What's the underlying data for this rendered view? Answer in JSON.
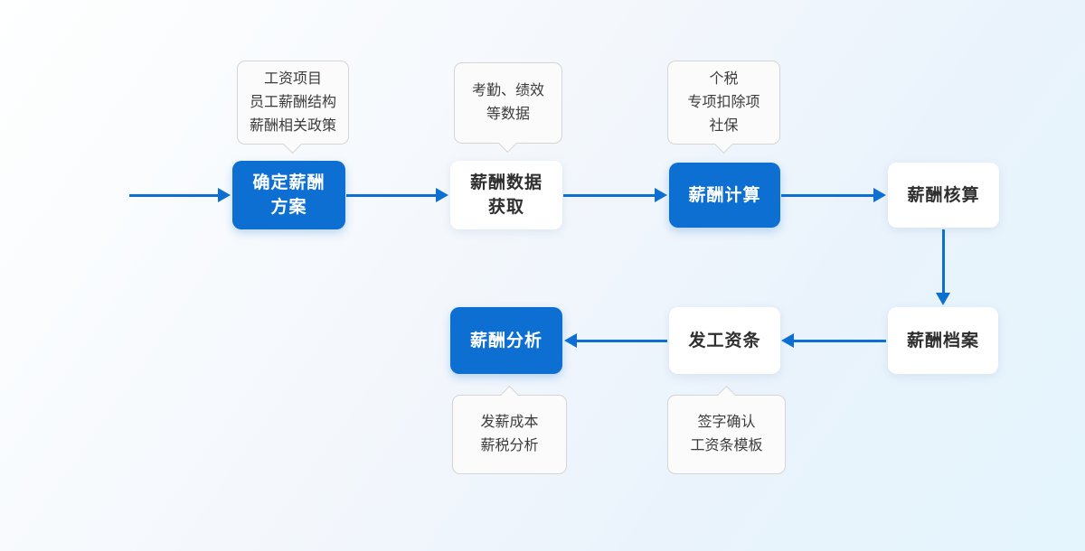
{
  "diagram": {
    "description_visible": false,
    "nodes": {
      "n1": {
        "lines": [
          "确定薪酬",
          "方案"
        ]
      },
      "n2": {
        "lines": [
          "薪酬数据",
          "获取"
        ]
      },
      "n3": {
        "lines": [
          "薪酬计算"
        ]
      },
      "n4": {
        "lines": [
          "薪酬核算"
        ]
      },
      "n5": {
        "lines": [
          "薪酬分析"
        ]
      },
      "n6": {
        "lines": [
          "发工资条"
        ]
      },
      "n7": {
        "lines": [
          "薪酬档案"
        ]
      }
    },
    "callouts": {
      "c1": {
        "lines": [
          "工资项目",
          "员工薪酬结构",
          "薪酬相关政策"
        ]
      },
      "c2": {
        "lines": [
          "考勤、绩效",
          "等数据"
        ]
      },
      "c3": {
        "lines": [
          "个税",
          "专项扣除项",
          "社保"
        ]
      },
      "c4": {
        "lines": [
          "发薪成本",
          "薪税分析"
        ]
      },
      "c5": {
        "lines": [
          "签字确认",
          "工资条模板"
        ]
      }
    },
    "flow_order": [
      "确定薪酬方案",
      "薪酬数据获取",
      "薪酬计算",
      "薪酬核算",
      "薪酬档案",
      "发工资条",
      "薪酬分析"
    ]
  },
  "colors": {
    "accent_blue": "#0d6fd1",
    "node_text_dark": "#2f2f2f",
    "node_text_light": "#ffffff",
    "callout_bg": "#fbfbfb",
    "callout_border": "#d5d5d5",
    "callout_text": "#3c3c3c"
  }
}
